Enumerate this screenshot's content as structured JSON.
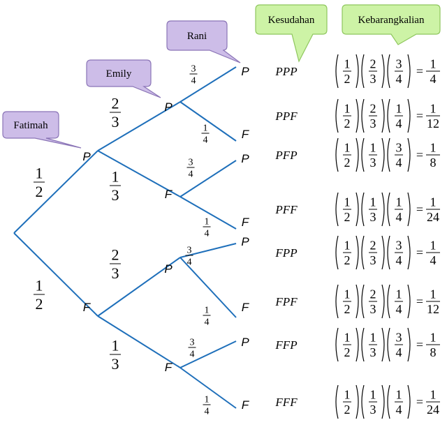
{
  "callouts": {
    "fatimah": "Fatimah",
    "emily": "Emily",
    "rani": "Rani",
    "kesudahan": "Kesudahan",
    "kebarangkalian": "Kebarangkalian"
  },
  "nodes": {
    "root": "",
    "level1": [
      "P",
      "F"
    ],
    "level2": [
      "P",
      "F",
      "P",
      "F"
    ],
    "level3": [
      "P",
      "F",
      "P",
      "F",
      "P",
      "F",
      "P",
      "F"
    ]
  },
  "branch_probs": {
    "level1": [
      {
        "num": "1",
        "den": "2"
      },
      {
        "num": "1",
        "den": "2"
      }
    ],
    "level2": [
      {
        "num": "2",
        "den": "3"
      },
      {
        "num": "1",
        "den": "3"
      },
      {
        "num": "2",
        "den": "3"
      },
      {
        "num": "1",
        "den": "3"
      }
    ],
    "level3": [
      {
        "num": "3",
        "den": "4"
      },
      {
        "num": "1",
        "den": "4"
      },
      {
        "num": "3",
        "den": "4"
      },
      {
        "num": "1",
        "den": "4"
      },
      {
        "num": "3",
        "den": "4"
      },
      {
        "num": "1",
        "den": "4"
      },
      {
        "num": "3",
        "den": "4"
      },
      {
        "num": "1",
        "den": "4"
      }
    ]
  },
  "outcomes": [
    {
      "label": "PPP",
      "factors": [
        [
          "1",
          "2"
        ],
        [
          "2",
          "3"
        ],
        [
          "3",
          "4"
        ]
      ],
      "result": [
        "1",
        "4"
      ]
    },
    {
      "label": "PPF",
      "factors": [
        [
          "1",
          "2"
        ],
        [
          "2",
          "3"
        ],
        [
          "1",
          "4"
        ]
      ],
      "result": [
        "1",
        "12"
      ]
    },
    {
      "label": "PFP",
      "factors": [
        [
          "1",
          "2"
        ],
        [
          "1",
          "3"
        ],
        [
          "3",
          "4"
        ]
      ],
      "result": [
        "1",
        "8"
      ]
    },
    {
      "label": "PFF",
      "factors": [
        [
          "1",
          "2"
        ],
        [
          "1",
          "3"
        ],
        [
          "1",
          "4"
        ]
      ],
      "result": [
        "1",
        "24"
      ]
    },
    {
      "label": "FPP",
      "factors": [
        [
          "1",
          "2"
        ],
        [
          "2",
          "3"
        ],
        [
          "3",
          "4"
        ]
      ],
      "result": [
        "1",
        "4"
      ]
    },
    {
      "label": "FPF",
      "factors": [
        [
          "1",
          "2"
        ],
        [
          "2",
          "3"
        ],
        [
          "1",
          "4"
        ]
      ],
      "result": [
        "1",
        "12"
      ]
    },
    {
      "label": "FFP",
      "factors": [
        [
          "1",
          "2"
        ],
        [
          "1",
          "3"
        ],
        [
          "3",
          "4"
        ]
      ],
      "result": [
        "1",
        "8"
      ]
    },
    {
      "label": "FFF",
      "factors": [
        [
          "1",
          "2"
        ],
        [
          "1",
          "3"
        ],
        [
          "1",
          "4"
        ]
      ],
      "result": [
        "1",
        "24"
      ]
    }
  ],
  "equals_sign": "=",
  "colors": {
    "branch": "#1e6fba",
    "purple_fill": "#cdbde8",
    "purple_stroke": "#8a74b6",
    "green_fill": "#cdf3a6",
    "green_stroke": "#8ec65d",
    "text": "#000000"
  }
}
